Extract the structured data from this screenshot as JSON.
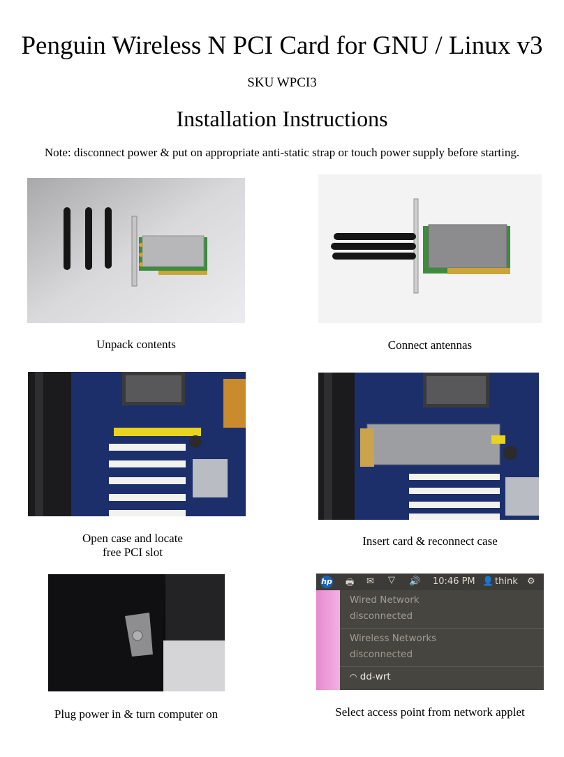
{
  "header": {
    "title": "Penguin Wireless N PCI Card for GNU / Linux v3",
    "sku": "SKU WPCI3",
    "subtitle": "Installation Instructions",
    "note": "Note: disconnect power & put on appropriate anti-static strap or touch power supply before starting."
  },
  "steps": [
    {
      "caption": "Unpack contents"
    },
    {
      "caption": "Connect antennas"
    },
    {
      "caption_line1": "Open case and locate",
      "caption_line2": "free PCI slot"
    },
    {
      "caption": "Insert card & reconnect case"
    },
    {
      "caption": "Plug power in & turn computer on"
    },
    {
      "caption": "Select access point from network applet"
    }
  ],
  "applet": {
    "logo_text": "hp",
    "time": "10:46 PM",
    "user": "think",
    "wired_label": "Wired Network",
    "wired_status": "disconnected",
    "wireless_label": "Wireless Networks",
    "wireless_status": "disconnected",
    "network_name": "dd-wrt"
  },
  "colors": {
    "motherboard": "#1c2f6b",
    "pci_slot": "#f2f2ee",
    "agp_slot": "#e8d320",
    "card_pcb": "#3b8c3b",
    "gold_contacts": "#caa53a"
  }
}
